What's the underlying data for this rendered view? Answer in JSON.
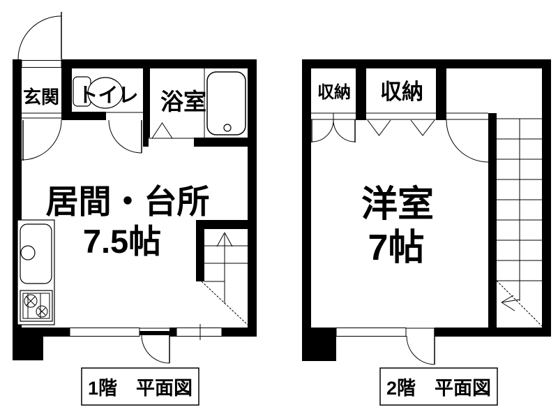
{
  "document": {
    "type": "floor-plan",
    "background": "#ffffff",
    "line_color": "#000000"
  },
  "floor1": {
    "caption": "1階　平面図",
    "labels": {
      "entrance": "玄関",
      "toilet": "トイレ",
      "bath": "浴室",
      "living_kitchen_line1": "居間・台所",
      "living_kitchen_line2": "7.5帖"
    }
  },
  "floor2": {
    "caption": "2階　平面図",
    "labels": {
      "closet_small": "収納",
      "closet_large": "収納",
      "western_room_line1": "洋室",
      "western_room_line2": "7帖"
    }
  }
}
